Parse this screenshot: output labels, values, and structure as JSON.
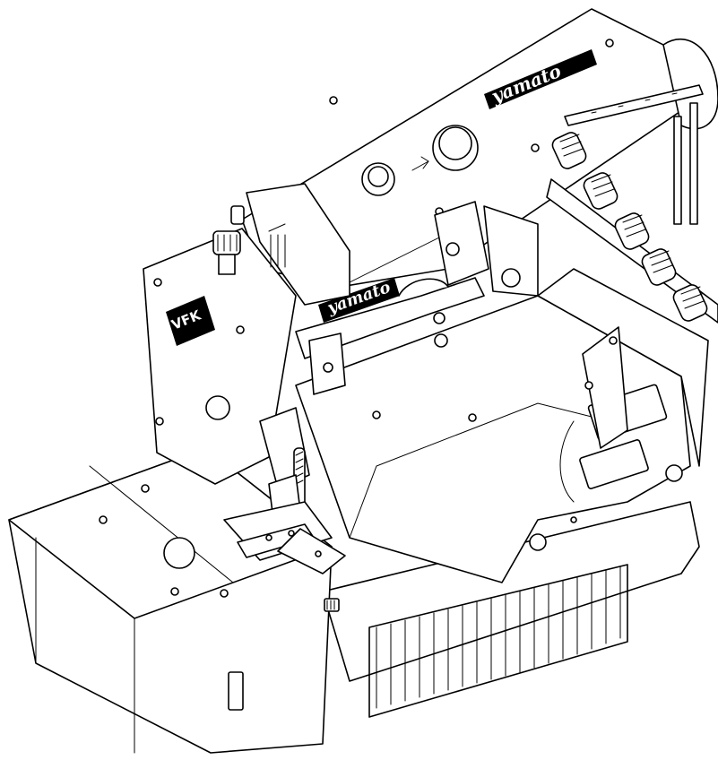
{
  "illustration": {
    "subject": "industrial-sewing-machine",
    "style": "black-and-white line art",
    "colors": {
      "line": "#000000",
      "fill": "#ffffff"
    }
  },
  "labels": {
    "head_logo": "yamato",
    "arm_logo": "yamato",
    "face_badge": "VFK"
  }
}
